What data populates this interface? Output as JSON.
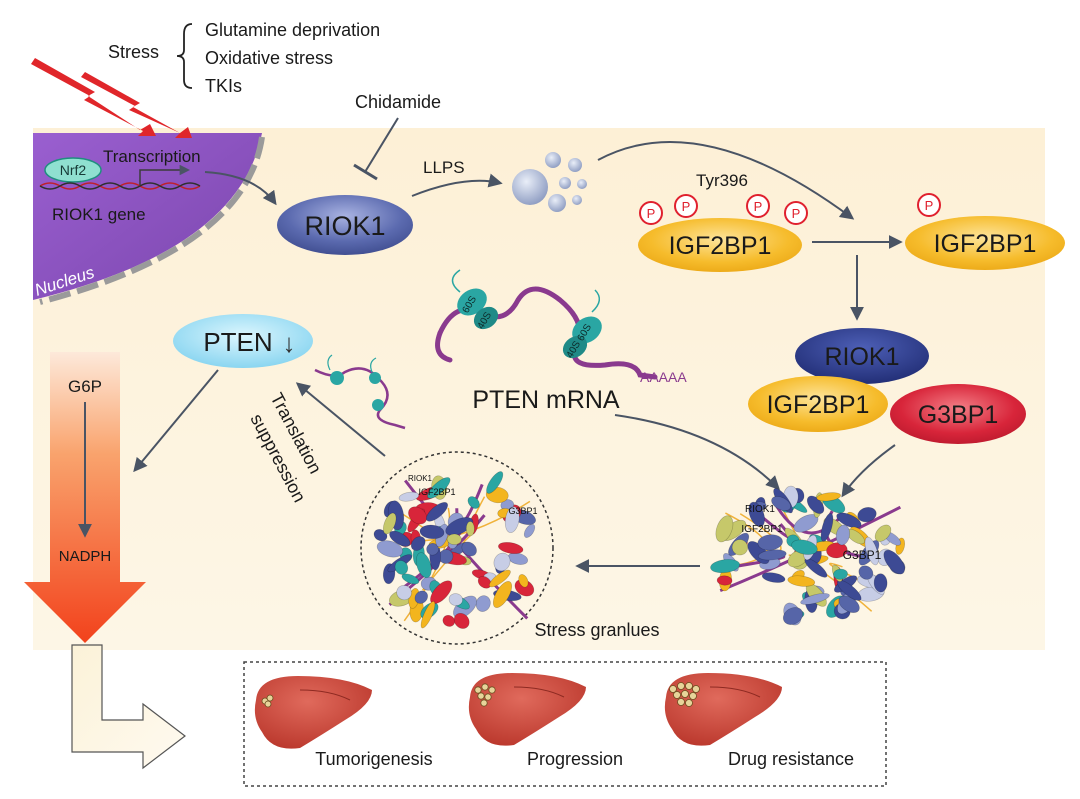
{
  "stress": {
    "label": "Stress",
    "items": [
      "Glutamine deprivation",
      "Oxidative stress",
      "TKIs"
    ]
  },
  "nucleus": {
    "label": "Nucleus",
    "factor": "Nrf2",
    "transcription": "Transcription",
    "gene": "RIOK1 gene"
  },
  "drug": {
    "label": "Chidamide"
  },
  "pathway": {
    "riok1": "RIOK1",
    "llps": "LLPS",
    "phospho_site": "Tyr396",
    "phospho_mark": "P",
    "igf2bp1": "IGF2BP1",
    "igf2bp1_dephos": "IGF2BP1",
    "complex_riok1": "RIOK1",
    "complex_igf2bp1": "IGF2BP1",
    "complex_g3bp1": "G3BP1"
  },
  "mrna": {
    "label": "PTEN mRNA",
    "polya": "AAAAA",
    "ribosome_large": "60S",
    "ribosome_small": "40S"
  },
  "pten": {
    "label": "PTEN",
    "arrow": "↓"
  },
  "translation": {
    "line1": "Translation",
    "line2": "suppression"
  },
  "granule": {
    "label": "Stress granlues",
    "tag_riok1": "RIOK1",
    "tag_igf2bp1": "IGF2BP1",
    "tag_g3bp1": "G3BP1"
  },
  "metabolism": {
    "g6p": "G6P",
    "nadph": "NADPH"
  },
  "outcomes": [
    "Tumorigenesis",
    "Progression",
    "Drug resistance"
  ],
  "colors": {
    "background": "#fdf3de",
    "nucleus": "#8e57c0",
    "riok1": "#5665a8",
    "igf2bp1": "#f3b51e",
    "g3bp1": "#d8253a",
    "pten": "#8fd9f2",
    "phospho": "#e0202e",
    "mrna": "#8a3a8e",
    "ribosome": "#2aa6a3",
    "liver": "#c9453b",
    "arrow": "#4a5464"
  }
}
